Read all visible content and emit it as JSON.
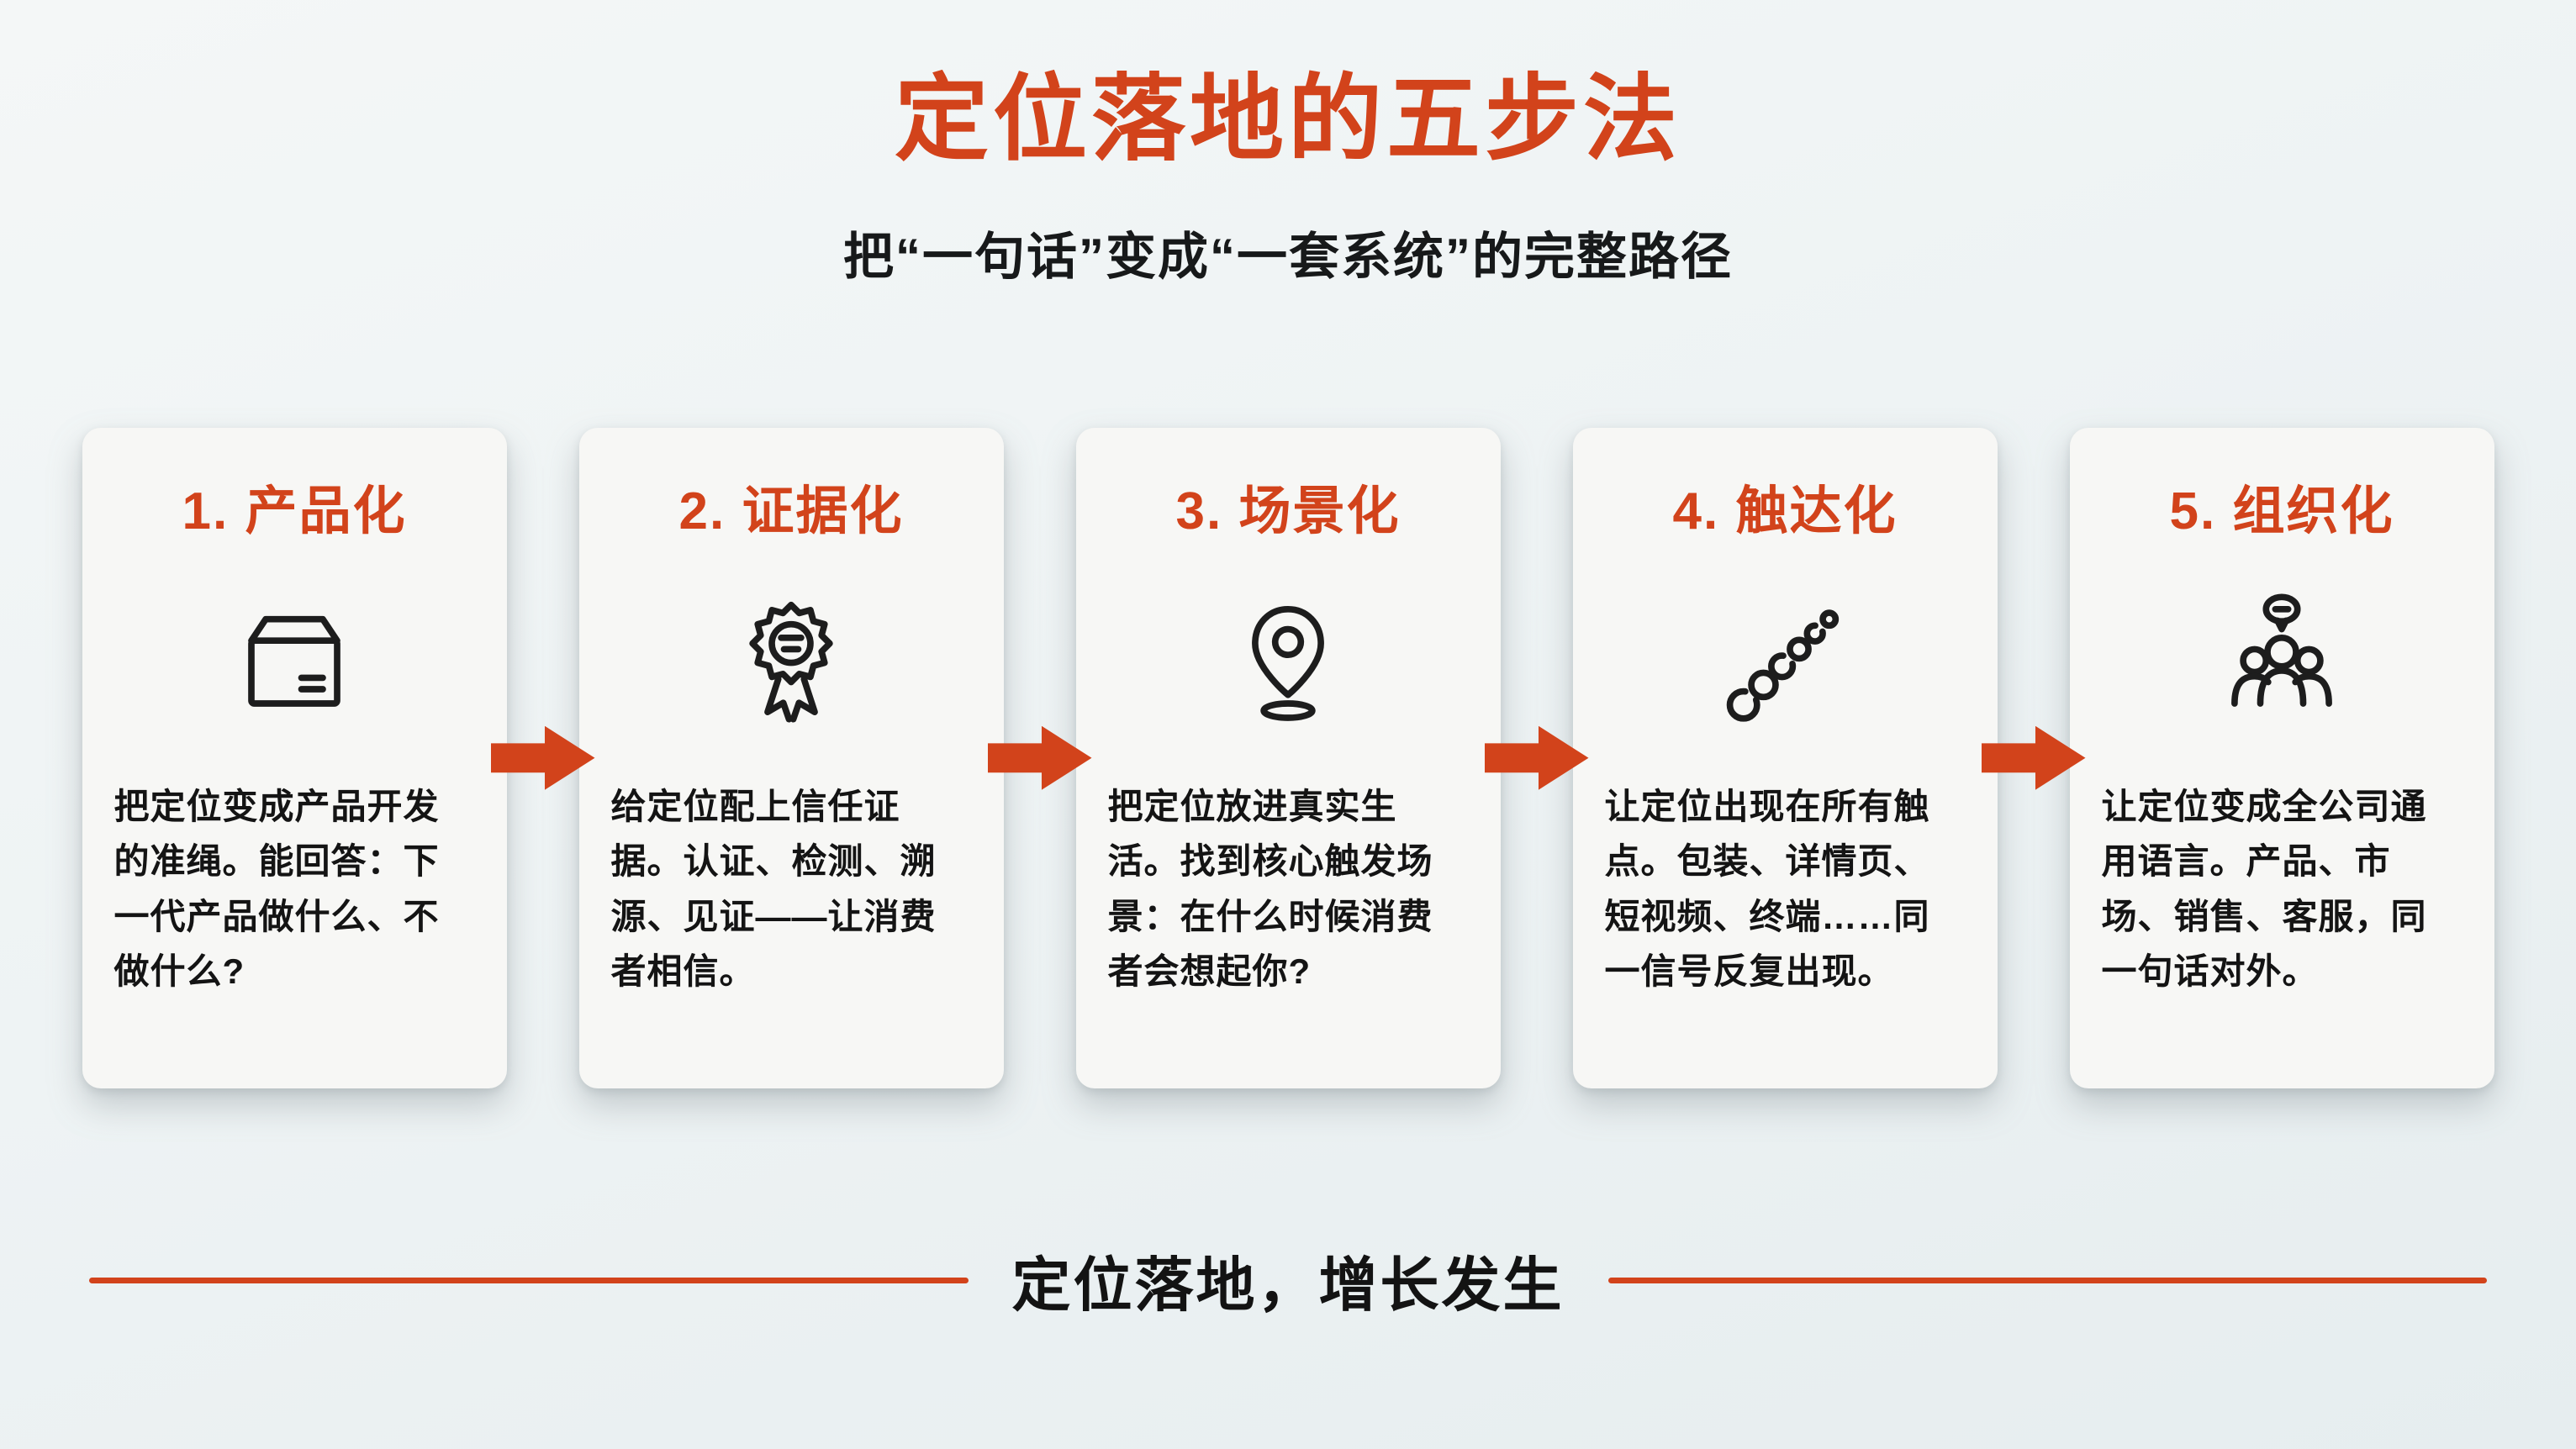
{
  "header": {
    "title": "定位落地的五步法",
    "subtitle": "把“一句话”变成“一套系统”的完整路径"
  },
  "cards": [
    {
      "title": "1. 产品化",
      "icon": "package-box-icon",
      "body": "把定位变成产品开发的准绳。能回答：下一代产品做什么、不做什么?"
    },
    {
      "title": "2. 证据化",
      "icon": "award-badge-icon",
      "body": "给定位配上信任证据。认证、检测、溯源、见证——让消费者相信。"
    },
    {
      "title": "3. 场景化",
      "icon": "location-pin-icon",
      "body": "把定位放进真实生活。找到核心触发场景：在什么时候消费者会想起你?"
    },
    {
      "title": "4. 触达化",
      "icon": "chain-links-icon",
      "body": "让定位出现在所有触点。包装、详情页、短视频、终端……同一信号反复出现。"
    },
    {
      "title": "5. 组织化",
      "icon": "team-speech-icon",
      "body": "让定位变成全公司通用语言。产品、市场、销售、客服，同一句话对外。"
    }
  ],
  "footer": {
    "tagline": "定位落地，增长发生"
  },
  "colors": {
    "accent": "#D2431B",
    "text": "#141414",
    "card_background": "#F7F7F5",
    "page_background": "#EDF2F3"
  }
}
